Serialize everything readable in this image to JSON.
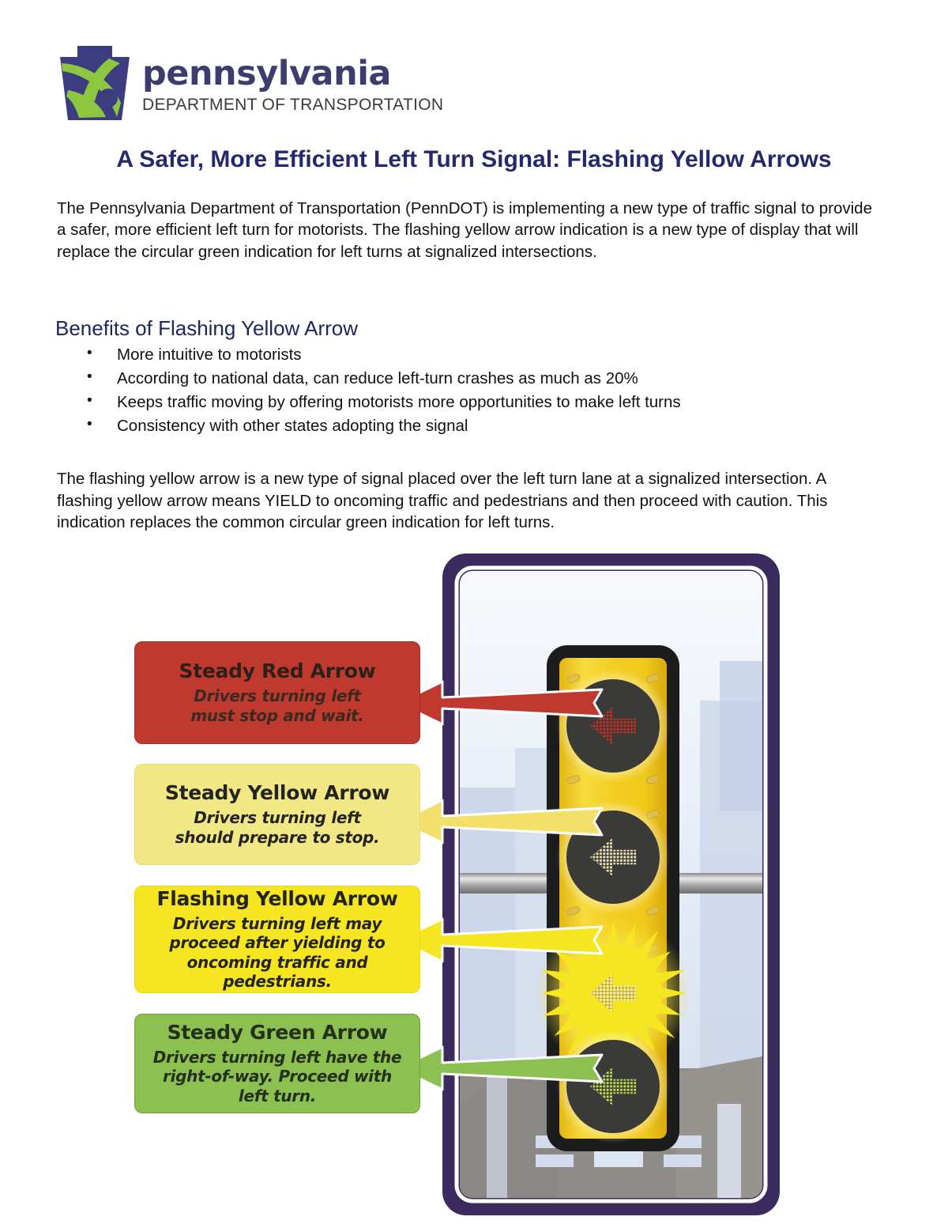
{
  "logo": {
    "icon": "penndot-keystone-logo",
    "word_main": "pennsylvania",
    "word_sub": "DEPARTMENT OF TRANSPORTATION"
  },
  "page_title": "A Safer, More Efficient Left Turn Signal: Flashing Yellow Arrows",
  "intro_paragraph": "The Pennsylvania Department of Transportation (PennDOT) is implementing a new type of traffic signal to provide a safer, more efficient left turn for motorists. The flashing yellow arrow indication is a new type of display that will replace the circular green indication for left turns at signalized intersections.",
  "benefits": {
    "heading": "Benefits of Flashing Yellow Arrow",
    "items": [
      "More intuitive to motorists",
      "According to national data, can reduce left-turn crashes as much as 20%",
      "Keeps traffic moving by offering motorists more opportunities to make left turns",
      "Consistency with other states adopting the signal"
    ]
  },
  "body_paragraph": "The flashing yellow arrow is a new type of signal placed over the left turn lane at a signalized intersection. A flashing yellow arrow means YIELD to oncoming traffic and pedestrians and then proceed with caution. This indication replaces the common circular green indication for left turns.",
  "diagram": {
    "callouts": [
      {
        "id": "steady-red-arrow",
        "title": "Steady Red Arrow",
        "description": "Drivers turning left\nmust stop and wait.",
        "color": "#c0392f",
        "arrow_color": "#c0392f"
      },
      {
        "id": "steady-yellow-arrow",
        "title": "Steady Yellow Arrow",
        "description": "Drivers turning left\nshould prepare to stop.",
        "color": "#f2e785",
        "arrow_color": "#f2e06a"
      },
      {
        "id": "flashing-yellow-arrow",
        "title": "Flashing Yellow Arrow",
        "description": "Drivers turning left may\nproceed after yielding to\noncoming traffic and pedestrians.",
        "color": "#f6e521",
        "arrow_color": "#f6e521"
      },
      {
        "id": "steady-green-arrow",
        "title": "Steady Green Arrow",
        "description": "Drivers turning left have the\nright-of-way. Proceed with left turn.",
        "color": "#8cc152",
        "arrow_color": "#8cc152"
      }
    ],
    "signal": {
      "frame_color": "#3b2a5e",
      "housing_color": "#1c1c1c",
      "faceplate_color": "#f2c91d",
      "lens_color": "#3a3a38",
      "lamps": [
        {
          "id": "lens-red-arrow",
          "state": "steady",
          "color": "#d0342c"
        },
        {
          "id": "lens-yellow-arrow",
          "state": "steady",
          "color": "#f2e3a0"
        },
        {
          "id": "lens-flashing-yellow-arrow",
          "state": "flashing",
          "color": "#f6e521"
        },
        {
          "id": "lens-green-arrow",
          "state": "steady",
          "color": "#b6d94a"
        }
      ],
      "road_color": "#8e8b88",
      "sky_color": "#dfe6f2"
    }
  }
}
